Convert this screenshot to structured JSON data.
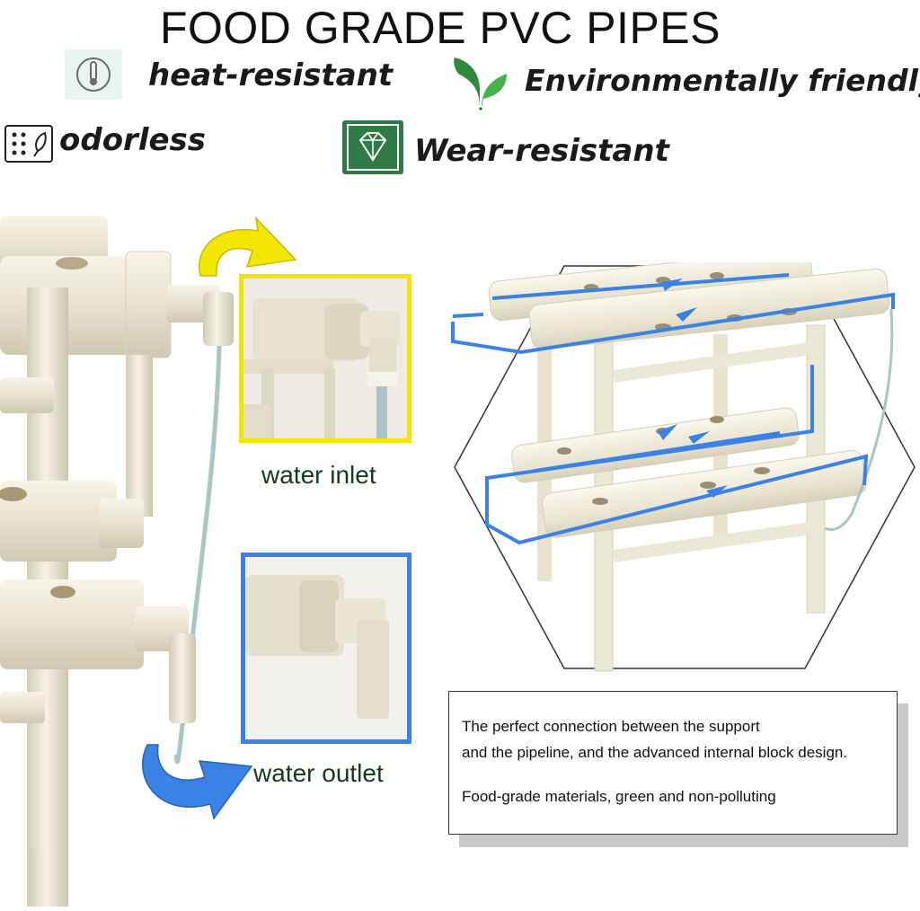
{
  "title": "FOOD GRADE PVC PIPES",
  "features": {
    "heat": {
      "label": "heat-resistant",
      "icon": "thermometer-icon"
    },
    "eco": {
      "label": "Environmentally friendly",
      "icon": "leaf-icon"
    },
    "odor": {
      "label": "odorless",
      "icon": "odor-particles-icon"
    },
    "wear": {
      "label": "Wear-resistant",
      "icon": "diamond-icon"
    }
  },
  "captions": {
    "inlet": "water inlet",
    "outlet": "water outlet"
  },
  "description": {
    "line1": "The perfect connection between the support",
    "line2": "and the pipeline, and the advanced internal block design.",
    "line3": "Food-grade materials, green and non-polluting"
  },
  "colors": {
    "accent_yellow": "#f2e600",
    "accent_blue": "#3b82e6",
    "pipe": "#ece8d6",
    "icon_green": "#2f7a45"
  }
}
